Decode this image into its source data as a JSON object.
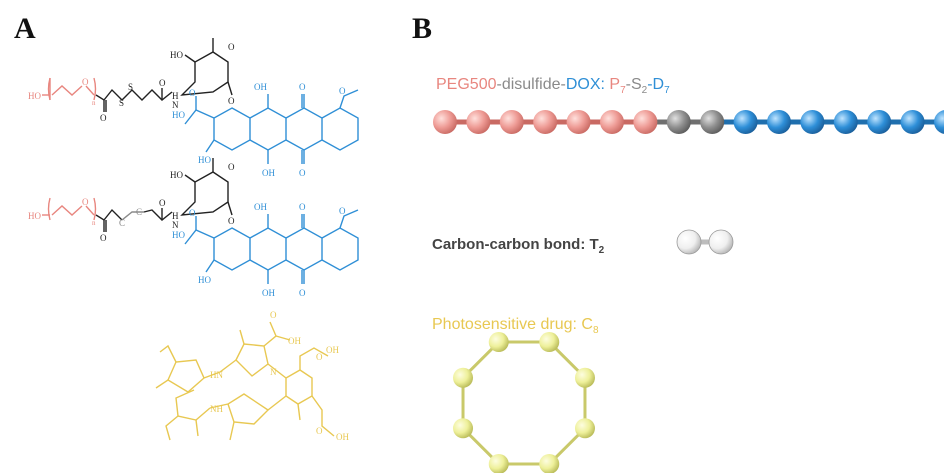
{
  "panels": {
    "a_label": "A",
    "b_label": "B"
  },
  "colors": {
    "peg": "#e8867f",
    "disulfide": "#8a8a8a",
    "dox": "#2f8fd6",
    "photo": "#e8c852",
    "black": "#222222",
    "bead_peg": "#ee9b95",
    "bead_gray": "#8f8f8f",
    "bead_blue": "#2e8fd8",
    "bead_white": "#f2f2f2",
    "bead_yellow": "#eef09a"
  },
  "chem": {
    "ho": "HO",
    "o": "O",
    "n_sub": "n",
    "s": "S",
    "c": "C",
    "h": "H",
    "n": "N",
    "oh": "OH",
    "nh": "NH",
    "hn": "HN"
  },
  "legend": {
    "chain1": {
      "peg": "PEG500",
      "dash1": "-",
      "disulfide": "disulfide",
      "dash2": "-",
      "dox": "DOX",
      "colon": ": ",
      "p": "P",
      "p_sub": "7",
      "dash3": "-",
      "s": "S",
      "s_sub": "2",
      "dash4": "-",
      "d": "D",
      "d_sub": "7"
    },
    "carbon": {
      "label": "Carbon-carbon bond: T",
      "sub": "2"
    },
    "photo": {
      "label": "Photosensitive drug: C",
      "sub": "8"
    }
  },
  "beads": {
    "chain_sequence": [
      "peg",
      "peg",
      "peg",
      "peg",
      "peg",
      "peg",
      "peg",
      "gray",
      "gray",
      "blue",
      "blue",
      "blue",
      "blue",
      "blue",
      "blue",
      "blue"
    ],
    "ring_count": 8
  }
}
